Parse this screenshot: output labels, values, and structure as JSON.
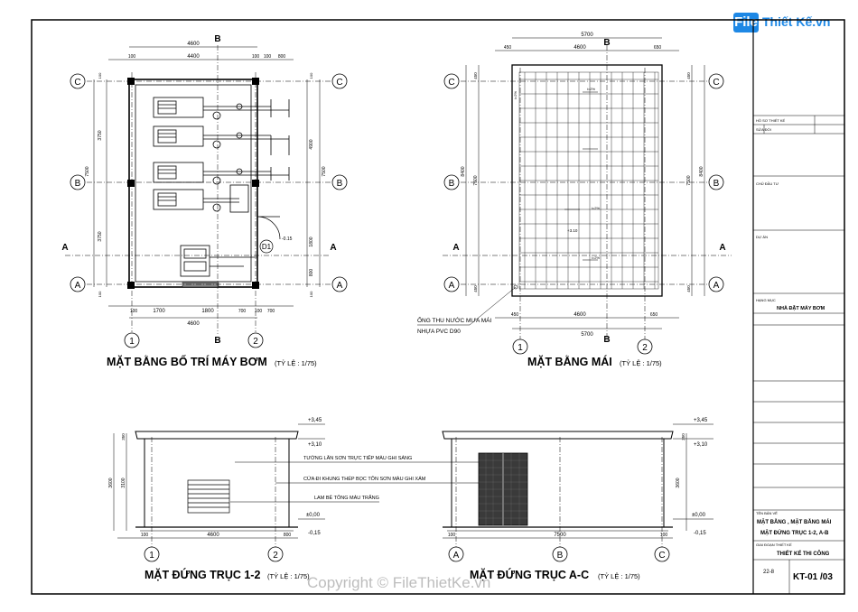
{
  "logo": {
    "badge": "File",
    "text": "Thiết Kế.vn"
  },
  "watermark": "Copyright © FileThietKe.vn",
  "plan": {
    "title": "MẶT BẰNG BỐ TRÍ MÁY BƠM",
    "scale": "(TỶ LỆ : 1/75)",
    "top_dim_total": "4600",
    "top_dims": [
      "100",
      "4400",
      "100"
    ],
    "top_dims_right": [
      "100",
      "800"
    ],
    "bottom_dims": [
      "100",
      "1700",
      "1800",
      "700",
      "100",
      "700"
    ],
    "bottom_total": "4600",
    "left_dims": [
      "3750",
      "3750"
    ],
    "left_total": "7500",
    "left_small": [
      "100",
      "100"
    ],
    "right_dims": [
      "4900",
      "1800",
      "800"
    ],
    "right_total": "7500",
    "right_small": [
      "100",
      "100"
    ],
    "door_tag": "D1",
    "level": "-0.15",
    "grid_rows": [
      "C",
      "B",
      "A"
    ],
    "grid_cols": [
      "1",
      "2"
    ],
    "section_mark": "B",
    "section_side": "A"
  },
  "roof": {
    "title": "MẶT BẰNG MÁI",
    "scale": "(TỶ LỆ : 1/75)",
    "top_total": "5700",
    "top_dims": [
      "450",
      "4600",
      "650"
    ],
    "bottom_dims": [
      "450",
      "4600",
      "650"
    ],
    "bottom_total": "5700",
    "left_dims": [
      "450",
      "7500",
      "450"
    ],
    "left_total": "8400",
    "right_dims": [
      "450",
      "7500",
      "450"
    ],
    "right_total": "8400",
    "slopes": [
      "i=2%",
      "i=2%",
      "i=2%",
      "i=2%"
    ],
    "level": "+3.10",
    "pipe_note_1": "ỐNG THU NƯỚC MƯA MÁI",
    "pipe_note_2": "NHỰA PVC D90",
    "grid_rows": [
      "C",
      "B",
      "A"
    ],
    "grid_cols": [
      "1",
      "2"
    ],
    "section_mark": "B",
    "section_side": "A"
  },
  "elev1": {
    "title": "MẶT ĐỨNG TRỤC 1-2",
    "scale": "(TỶ LỆ : 1/75)",
    "levels": [
      "+3,45",
      "+3,10",
      "±0,00",
      "-0,15"
    ],
    "height_dims": [
      "350",
      "3600",
      "3100"
    ],
    "bottom_dims": [
      "100",
      "4600",
      "800"
    ],
    "grid_cols": [
      "1",
      "2"
    ]
  },
  "elev2": {
    "title": "MẶT ĐỨNG TRỤC A-C",
    "scale": "(TỶ LỆ : 1/75)",
    "levels": [
      "+3,45",
      "+3,10",
      "±0,00",
      "-0,15"
    ],
    "height_dims": [
      "350",
      "3600"
    ],
    "bottom_dims": [
      "100",
      "7500",
      "100"
    ],
    "grid_cols": [
      "A",
      "B",
      "C"
    ]
  },
  "notes": [
    "TƯỜNG LĂN SƠN TRỰC TIẾP MÀU GHI SÁNG",
    "CỬA ĐI KHUNG THÉP BỌC TÔN SƠN MÀU GHI XÁM",
    "LAM BÊ TÔNG MÀU TRẮNG"
  ],
  "titleblock": {
    "rows_small": [
      "HỒ SƠ THIẾT KẾ",
      "SỬA ĐỔI",
      "CHỦ ĐẦU TƯ",
      "DỰ ÁN",
      "HẠNG MỤC"
    ],
    "item_name": "NHÀ ĐẶT MÁY BƠM",
    "drawing_label": "TÊN BẢN VẼ",
    "drawing_name_1": "MẶT BẰNG , MẶT BẰNG MÁI",
    "drawing_name_2": "MẶT ĐỨNG TRỤC 1-2, A-B",
    "stage_label": "GIAI ĐOẠN THIẾT KẾ",
    "stage": "THIẾT KẾ THI CÔNG",
    "sheet_no": "KT-01 /03",
    "sheet_small": "22-8"
  }
}
